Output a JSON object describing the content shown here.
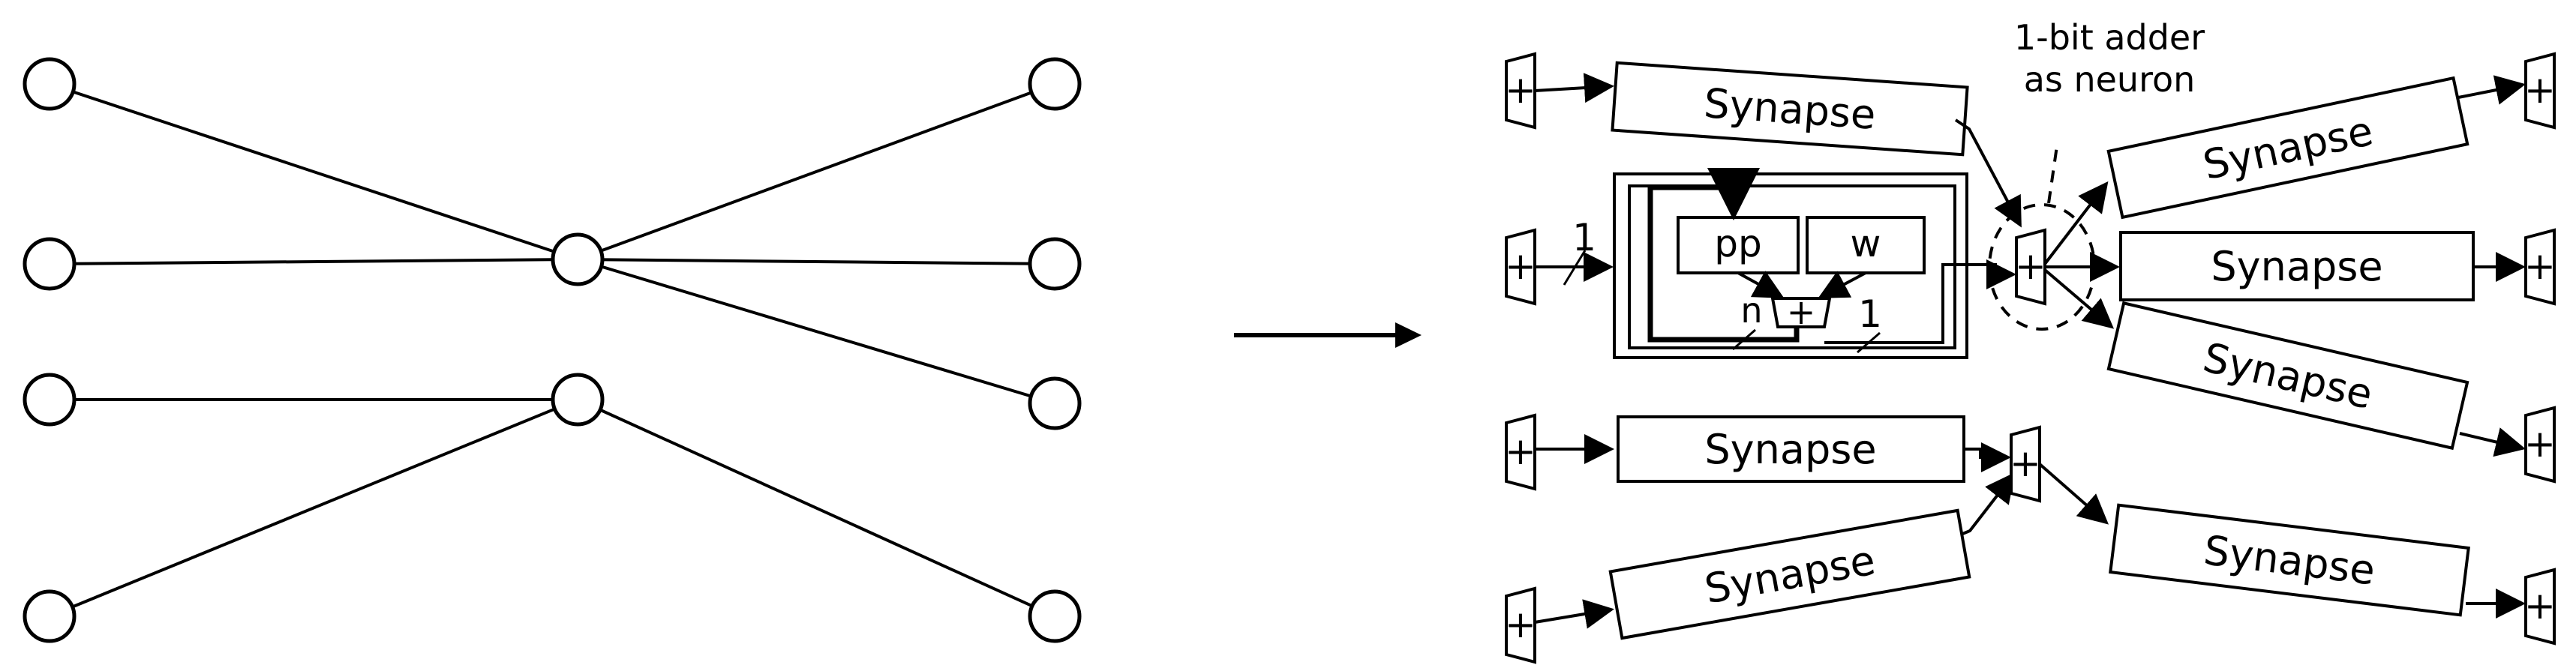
{
  "labels": {
    "synapse": "Synapse",
    "adder_sign": "+",
    "pp": "pp",
    "w": "w",
    "n": "n",
    "one": "1",
    "neuron_note_line1": "1-bit adder",
    "neuron_note_line2": "as neuron"
  },
  "colors": {
    "stroke": "#000000",
    "background": "#ffffff"
  }
}
